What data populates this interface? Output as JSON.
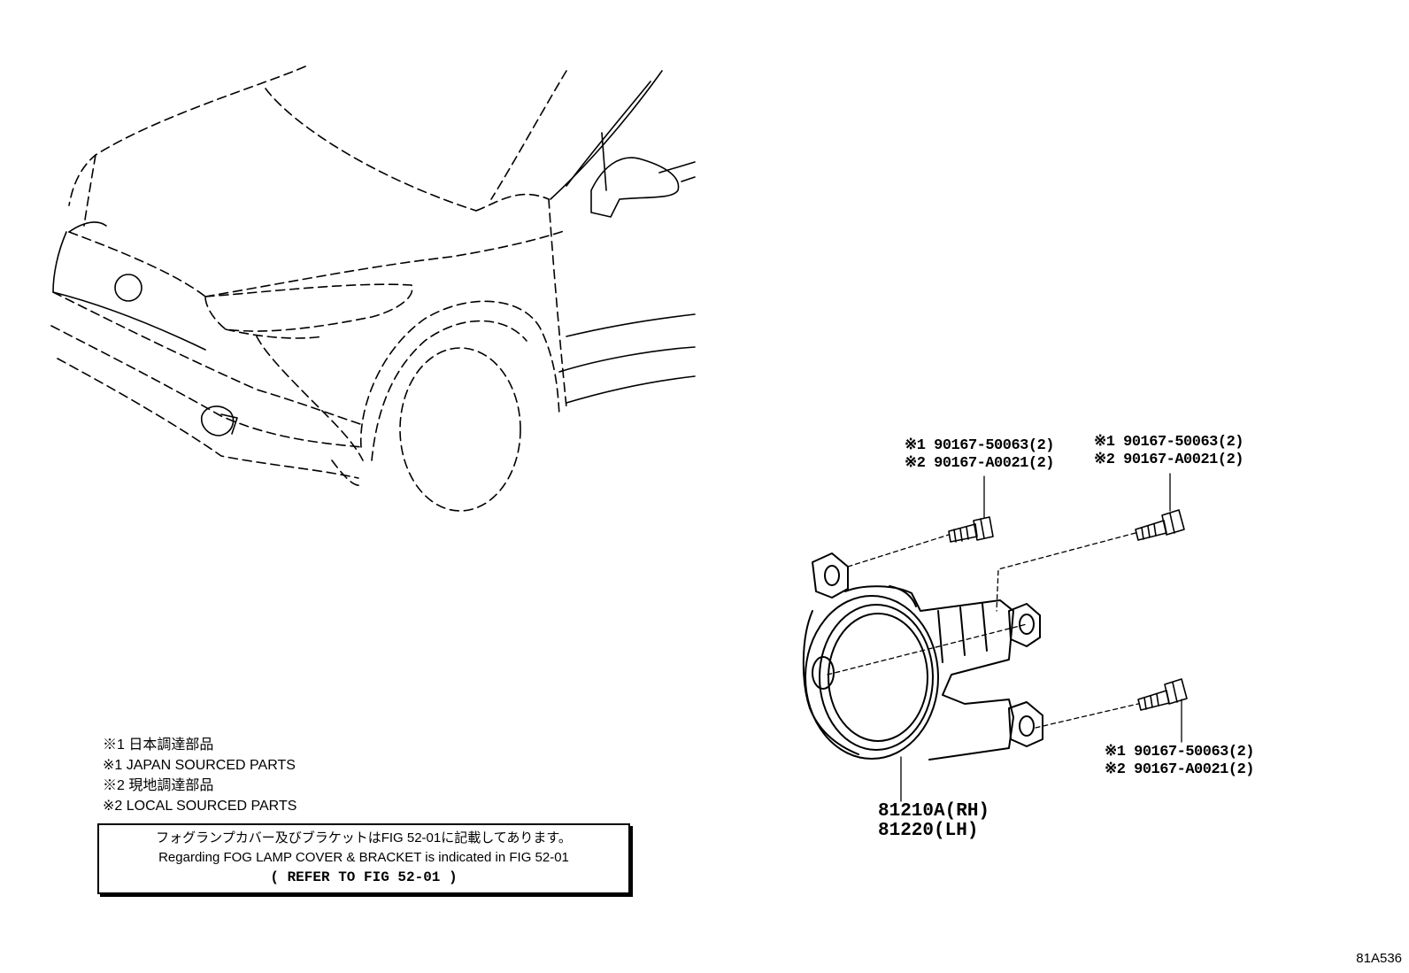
{
  "callouts": {
    "top_left": [
      "※1 90167-50063(2)",
      "※2 90167-A0021(2)"
    ],
    "top_right": [
      "※1 90167-50063(2)",
      "※2 90167-A0021(2)"
    ],
    "bottom_right": [
      "※1 90167-50063(2)",
      "※2 90167-A0021(2)"
    ]
  },
  "part_numbers": [
    "81210A(RH)",
    "81220(LH)"
  ],
  "notes": [
    "※1 日本調達部品",
    "※1 JAPAN SOURCED PARTS",
    "※2 現地調達部品",
    "※2 LOCAL SOURCED PARTS"
  ],
  "reference_box": {
    "line_jp": "フォグランプカバー及びブラケットはFIG 52-01に記載してあります。",
    "line_en": "Regarding FOG LAMP COVER & BRACKET is indicated in FIG 52-01",
    "refer": "(  REFER TO FIG 52-01  )"
  },
  "figure_id": "81A536"
}
